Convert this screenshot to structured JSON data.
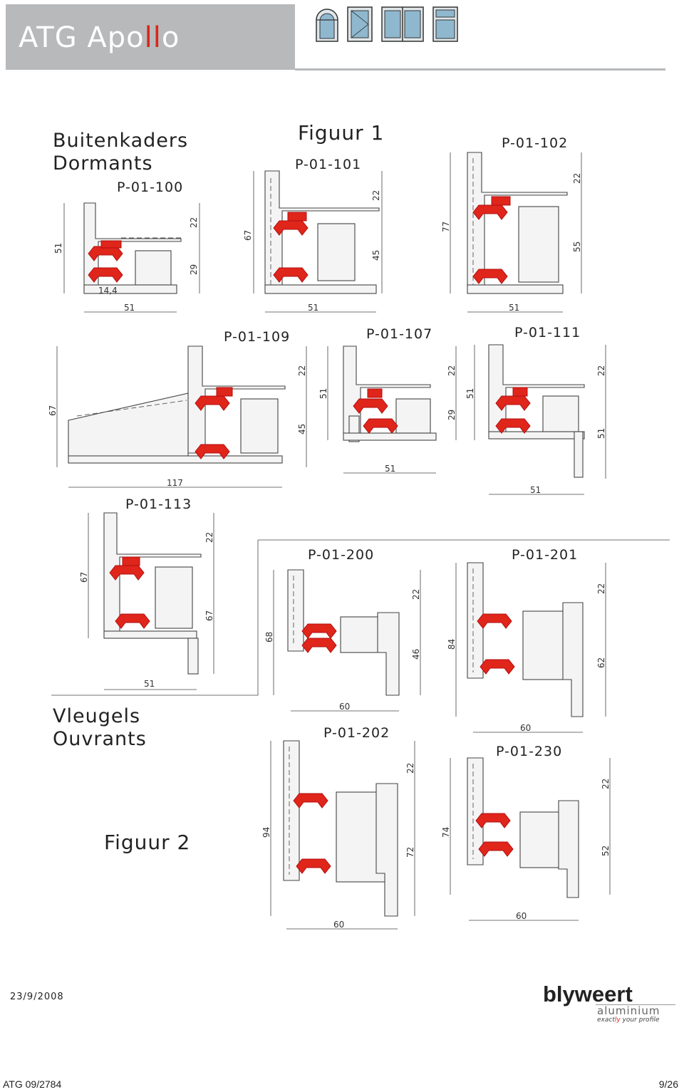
{
  "header": {
    "title_part1": "ATG Apo",
    "title_highlight": "ll",
    "title_part2": "o",
    "window_icons": [
      "arched-window-icon",
      "tilt-window-icon",
      "double-window-icon",
      "transom-window-icon"
    ]
  },
  "sections": {
    "frames_heading_line1": "Buitenkaders",
    "frames_heading_line2": "Dormants",
    "sashes_heading_line1": "Vleugels",
    "sashes_heading_line2": "Ouvrants",
    "figure1_caption": "Figuur 1",
    "figure2_caption": "Figuur 2"
  },
  "profiles": [
    {
      "code": "P-01-100",
      "dims": [
        "51",
        "22",
        "29",
        "14,4",
        "51"
      ]
    },
    {
      "code": "P-01-101",
      "dims": [
        "67",
        "22",
        "45",
        "51"
      ]
    },
    {
      "code": "P-01-102",
      "dims": [
        "77",
        "22",
        "55",
        "51"
      ]
    },
    {
      "code": "P-01-109",
      "dims": [
        "67",
        "22",
        "45",
        "117"
      ]
    },
    {
      "code": "P-01-107",
      "dims": [
        "51",
        "22",
        "29",
        "51"
      ]
    },
    {
      "code": "P-01-111",
      "dims": [
        "51",
        "22",
        "51",
        "51"
      ]
    },
    {
      "code": "P-01-113",
      "dims": [
        "67",
        "22",
        "67",
        "51"
      ]
    },
    {
      "code": "P-01-200",
      "dims": [
        "68",
        "22",
        "46",
        "60"
      ]
    },
    {
      "code": "P-01-201",
      "dims": [
        "84",
        "22",
        "62",
        "60"
      ]
    },
    {
      "code": "P-01-202",
      "dims": [
        "94",
        "22",
        "72",
        "60"
      ]
    },
    {
      "code": "P-01-230",
      "dims": [
        "74",
        "22",
        "52",
        "60"
      ]
    }
  ],
  "colors": {
    "header_grey": "#b8b9bb",
    "accent_red": "#d9261c",
    "seal_red": "#e0251b"
  },
  "footer": {
    "date": "23/9/2008",
    "reference": "ATG 09/2784",
    "page": "9/26",
    "logo_main": "blyweert",
    "logo_sub": "aluminium",
    "logo_tag_before": "exact",
    "logo_tag_highlight": "ly",
    "logo_tag_after": " your profile"
  }
}
